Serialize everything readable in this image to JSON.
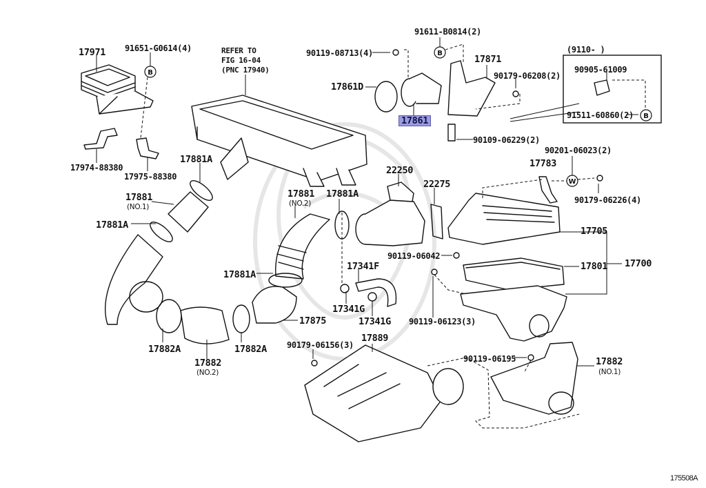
{
  "diagram": {
    "title": "Air cleaner / intake parts diagram",
    "figure_code": "175508A",
    "highlighted_part": "17861",
    "highlight_color": "#9b9be0",
    "line_color": "#111111",
    "watermark_color": "#e8e8e8",
    "reference_note": {
      "line1": "REFER TO",
      "line2": "FIG 16-04",
      "line3": "(PNC 17940)"
    },
    "inset": {
      "title": "(9110-      )",
      "parts": [
        "90905-61009",
        "91511-60860(2)"
      ],
      "marker": "B"
    },
    "markers": [
      "B",
      "B",
      "W"
    ],
    "labels": {
      "p17971": "17971",
      "p91651": "91651-G0614(4)",
      "p17974": "17974-88380",
      "p17975": "17975-88380",
      "p90119_08713": "90119-08713(4)",
      "p91611": "91611-B0814(2)",
      "p17861D": "17861D",
      "p17861": "17861",
      "p17871": "17871",
      "p90179_06208": "90179-06208(2)",
      "p90109_06229": "90109-06229(2)",
      "p90905": "90905-61009",
      "p91511": "91511-60860(2)",
      "p17881A_1": "17881A",
      "p17881_no1": "17881",
      "p17881_no1_sub": "(NO.1)",
      "p17881A_2": "17881A",
      "p17881_no2": "17881",
      "p17881_no2_sub": "(NO.2)",
      "p17881A_3": "17881A",
      "p17881A_4": "17881A",
      "p22250": "22250",
      "p22275": "22275",
      "p90201": "90201-06023(2)",
      "p17783": "17783",
      "p90179_06226": "90179-06226(4)",
      "p17705": "17705",
      "p17801": "17801",
      "p17700": "17700",
      "p90119_06042": "90119-06042",
      "p17341F": "17341F",
      "p17341G_1": "17341G",
      "p17341G_2": "17341G",
      "p90119_06123": "90119-06123(3)",
      "p17875": "17875",
      "p17882A_1": "17882A",
      "p17882_no2": "17882",
      "p17882_no2_sub": "(NO.2)",
      "p17882A_2": "17882A",
      "p90179_06156": "90179-06156(3)",
      "p17889": "17889",
      "p90119_06195": "90119-06195",
      "p17882_no1": "17882",
      "p17882_no1_sub": "(NO.1)"
    }
  }
}
